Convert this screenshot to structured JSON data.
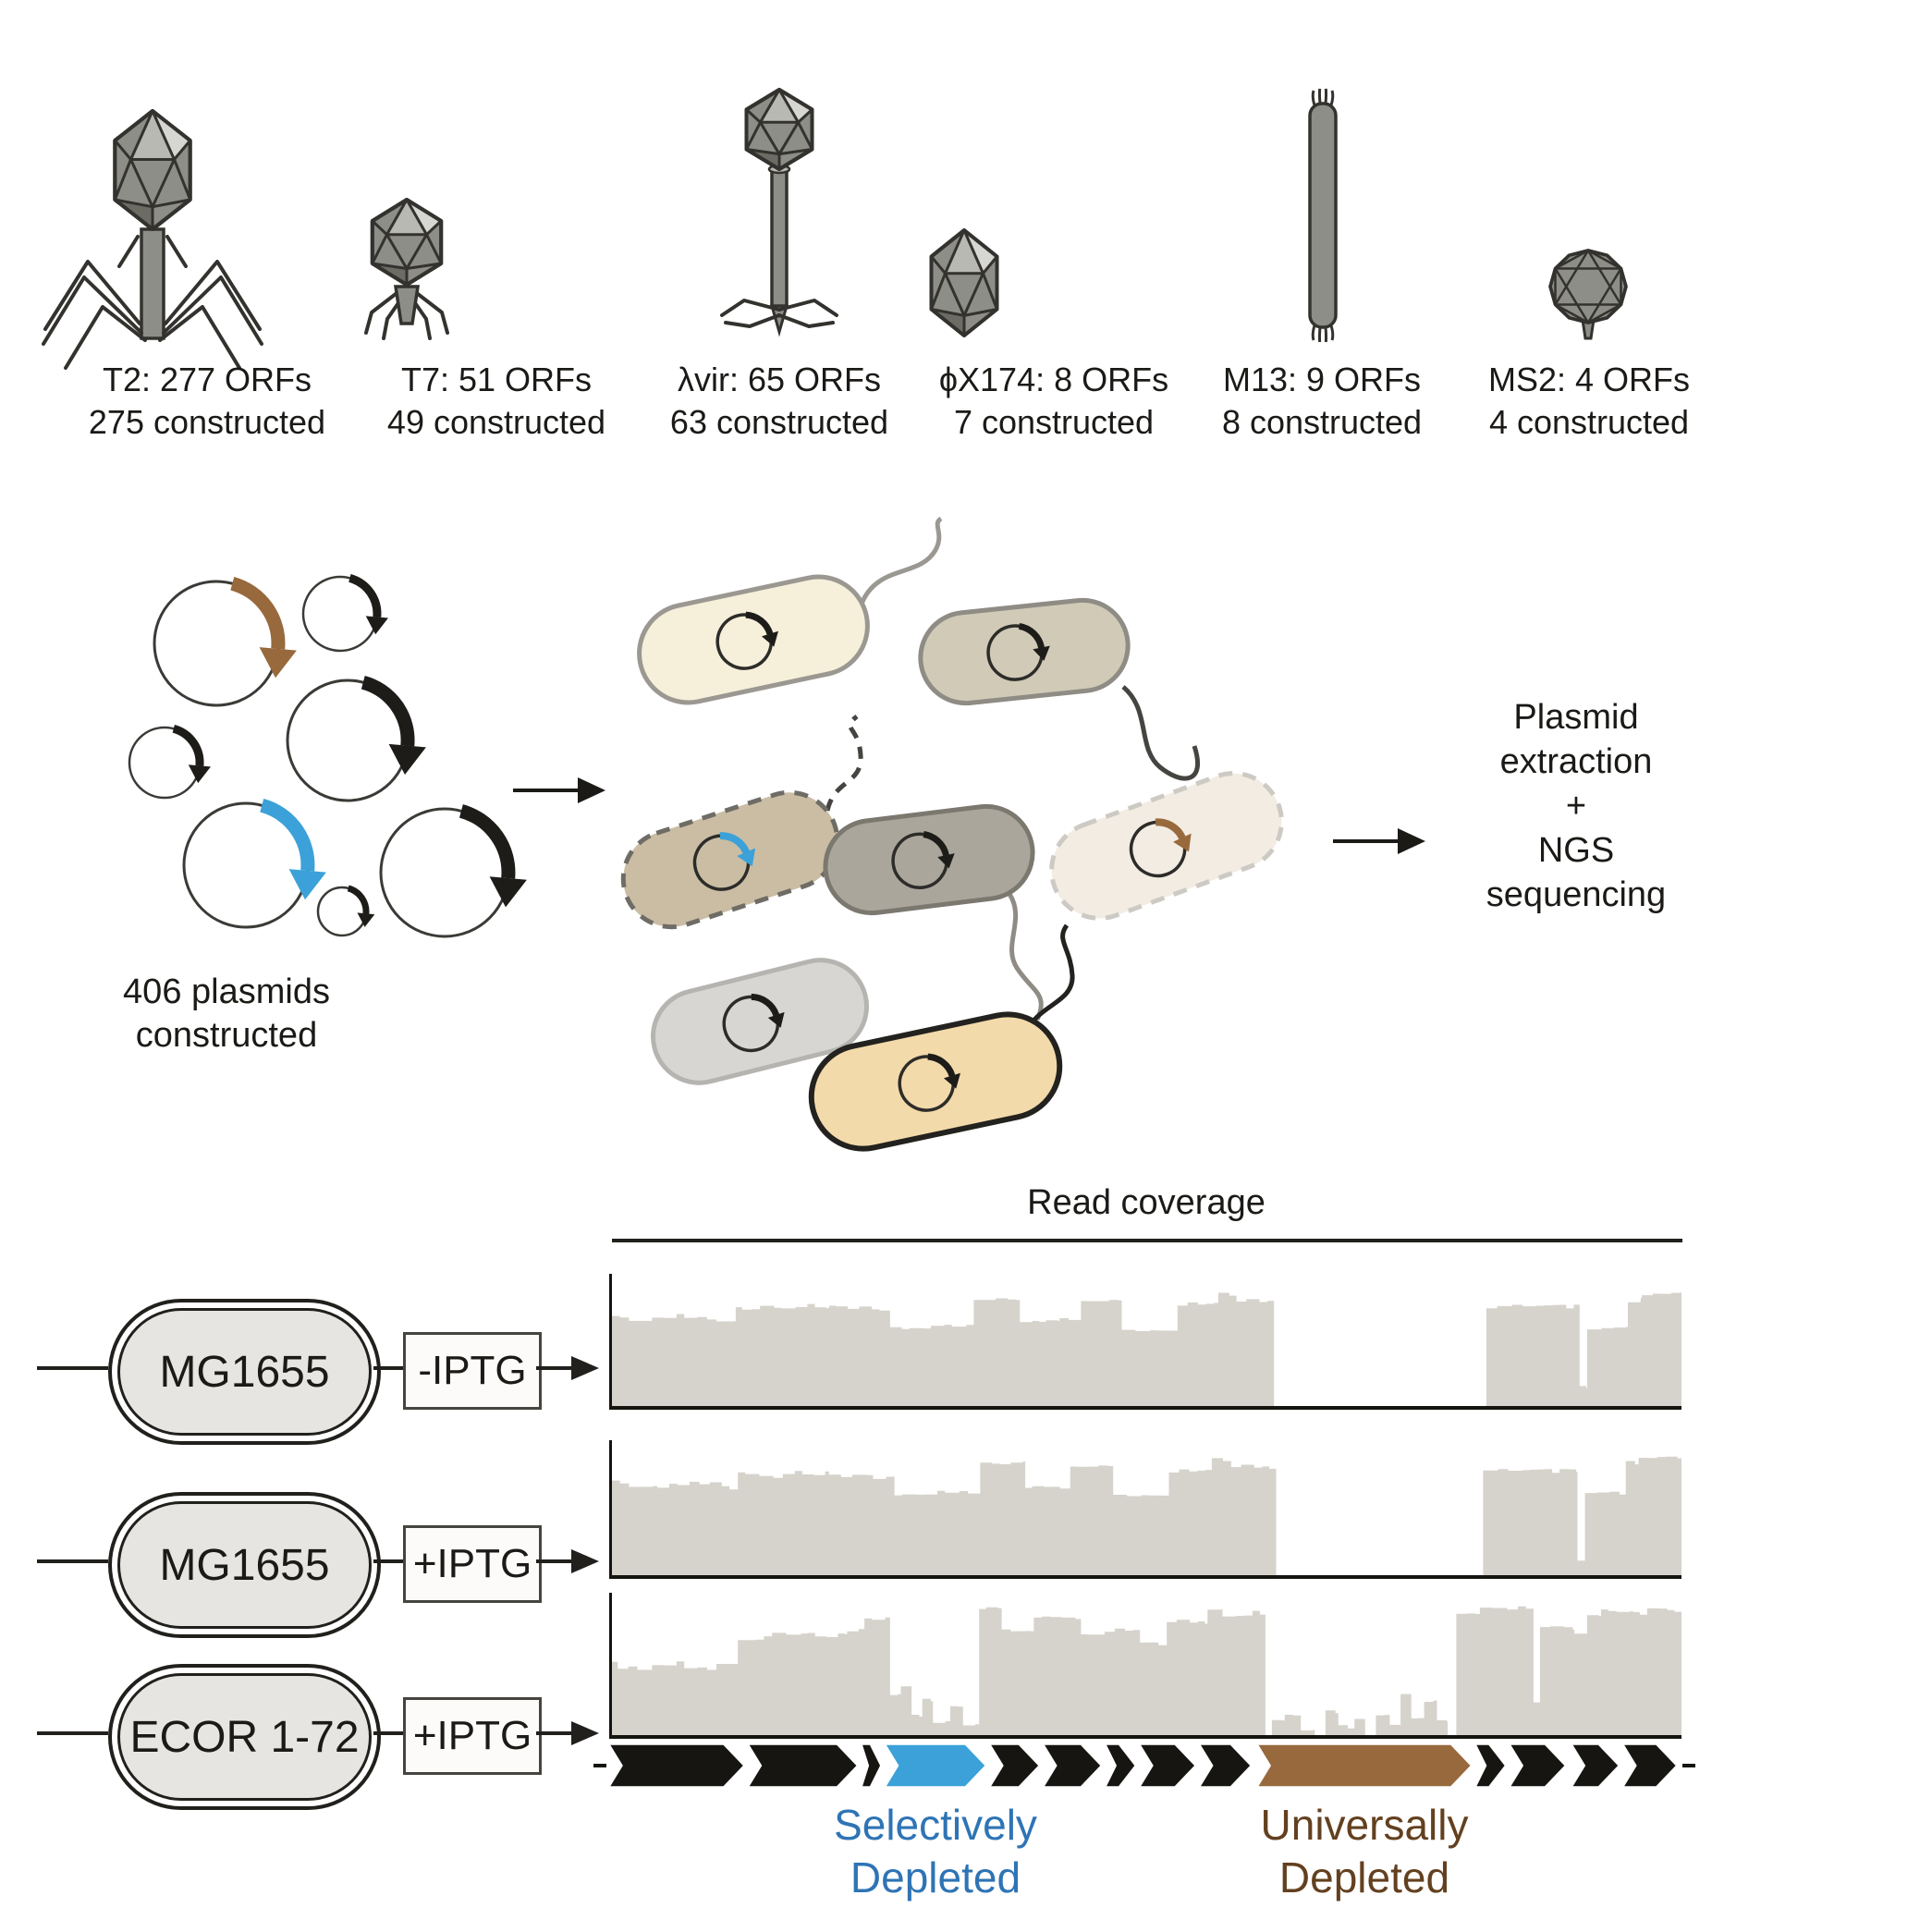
{
  "phages": [
    {
      "id": "T2",
      "label": "T2: 277 ORFs",
      "constructed": "275 constructed"
    },
    {
      "id": "T7",
      "label": "T7: 51 ORFs",
      "constructed": "49 constructed"
    },
    {
      "id": "lambda-vir",
      "label": "λvir: 65 ORFs",
      "constructed": "63 constructed"
    },
    {
      "id": "phiX174",
      "label": "ϕX174: 8 ORFs",
      "constructed": "7 constructed"
    },
    {
      "id": "M13",
      "label": "M13: 9 ORFs",
      "constructed": "8 constructed"
    },
    {
      "id": "MS2",
      "label": "MS2: 4 ORFs",
      "constructed": "4 constructed"
    }
  ],
  "plasmid_pool": {
    "caption_line1": "406 plasmids",
    "caption_line2": "constructed",
    "circles": [
      {
        "size": "large",
        "insert": "brown"
      },
      {
        "size": "small",
        "insert": "black"
      },
      {
        "size": "small",
        "insert": "black"
      },
      {
        "size": "large",
        "insert": "black"
      },
      {
        "size": "large",
        "insert": "blue"
      },
      {
        "size": "tiny",
        "insert": "black"
      },
      {
        "size": "large",
        "insert": "black"
      }
    ]
  },
  "host_cells": [
    {
      "fill": "#f6efda",
      "stroke": "#9b9892",
      "outline": "solid",
      "plasmid": "black"
    },
    {
      "fill": "#d0cab7",
      "stroke": "#8f8c85",
      "outline": "solid",
      "plasmid": "black"
    },
    {
      "fill": "#cabda4",
      "stroke": "#6f6c66",
      "outline": "dashed",
      "plasmid": "blue"
    },
    {
      "fill": "#aaa69b",
      "stroke": "#7b786f",
      "outline": "solid",
      "plasmid": "black"
    },
    {
      "fill": "#f2ece3",
      "stroke": "#cdcac4",
      "outline": "dashed",
      "plasmid": "brown"
    },
    {
      "fill": "#d8d6d3",
      "stroke": "#b6b4b1",
      "outline": "solid",
      "plasmid": "black"
    },
    {
      "fill": "#f3daab",
      "stroke": "#23221f",
      "outline": "solid",
      "plasmid": "black"
    }
  ],
  "extraction": {
    "line1": "Plasmid",
    "line2": "extraction",
    "line3": "+",
    "line4": "NGS",
    "line5": "sequencing"
  },
  "coverage": {
    "title": "Read coverage",
    "rows": [
      {
        "strain": "MG1655",
        "condition": "-IPTG"
      },
      {
        "strain": "MG1655",
        "condition": "+IPTG"
      },
      {
        "strain": "ECOR 1-72",
        "condition": "+IPTG"
      }
    ]
  },
  "gene_labels": {
    "selective_line1": "Selectively",
    "selective_line2": "Depleted",
    "universal_line1": "Universally",
    "universal_line2": "Depleted"
  },
  "colors": {
    "text": "#1b1a17",
    "coverage_fill": "#d6d3cc",
    "axis": "#15140f",
    "gene_black": "#161511",
    "gene_blue": "#3ba1d8",
    "gene_brown": "#97693c",
    "selective_text": "#2e74b5",
    "universal_text": "#63401f",
    "plasmid_line": "#3b3a36",
    "phage_body": "#8e8e88",
    "phage_light": "#b9b9b3",
    "phage_lighter": "#d6d6d2",
    "phage_dark": "#6c6c65",
    "phage_line": "#33322e"
  },
  "chart_data": {
    "type": "area",
    "title": "Read coverage",
    "xlabel": "",
    "ylabel": "",
    "ylim": [
      0,
      1
    ],
    "grid": false,
    "tracks": [
      {
        "name": "MG1655 -IPTG",
        "segments": [
          [
            0.0,
            0.01,
            0.74
          ],
          [
            0.01,
            0.04,
            0.7
          ],
          [
            0.04,
            0.07,
            0.72
          ],
          [
            0.07,
            0.1,
            0.7
          ],
          [
            0.1,
            0.118,
            0.67
          ],
          [
            0.118,
            0.124,
            0.81
          ],
          [
            0.124,
            0.16,
            0.79
          ],
          [
            0.16,
            0.205,
            0.8
          ],
          [
            0.205,
            0.245,
            0.79
          ],
          [
            0.245,
            0.262,
            0.77
          ],
          [
            0.262,
            0.3,
            0.62
          ],
          [
            0.3,
            0.34,
            0.64
          ],
          [
            0.34,
            0.383,
            0.86
          ],
          [
            0.383,
            0.42,
            0.67
          ],
          [
            0.42,
            0.44,
            0.69
          ],
          [
            0.44,
            0.478,
            0.84
          ],
          [
            0.478,
            0.53,
            0.61
          ],
          [
            0.53,
            0.568,
            0.82
          ],
          [
            0.568,
            0.585,
            0.9
          ],
          [
            0.585,
            0.62,
            0.84
          ],
          [
            0.62,
            0.818,
            0.0
          ],
          [
            0.818,
            0.905,
            0.8
          ],
          [
            0.905,
            0.912,
            0.15
          ],
          [
            0.912,
            0.95,
            0.63
          ],
          [
            0.95,
            0.963,
            0.85
          ],
          [
            0.963,
            1.0,
            0.9
          ]
        ]
      },
      {
        "name": "MG1655 +IPTG",
        "segments": [
          [
            0.0,
            0.01,
            0.76
          ],
          [
            0.01,
            0.045,
            0.71
          ],
          [
            0.045,
            0.075,
            0.7
          ],
          [
            0.075,
            0.105,
            0.72
          ],
          [
            0.105,
            0.12,
            0.69
          ],
          [
            0.12,
            0.127,
            0.82
          ],
          [
            0.127,
            0.162,
            0.78
          ],
          [
            0.162,
            0.205,
            0.8
          ],
          [
            0.205,
            0.246,
            0.78
          ],
          [
            0.246,
            0.266,
            0.76
          ],
          [
            0.266,
            0.306,
            0.63
          ],
          [
            0.306,
            0.346,
            0.65
          ],
          [
            0.346,
            0.388,
            0.88
          ],
          [
            0.388,
            0.43,
            0.68
          ],
          [
            0.43,
            0.47,
            0.85
          ],
          [
            0.47,
            0.522,
            0.63
          ],
          [
            0.522,
            0.562,
            0.82
          ],
          [
            0.562,
            0.58,
            0.91
          ],
          [
            0.58,
            0.622,
            0.85
          ],
          [
            0.622,
            0.815,
            0.0
          ],
          [
            0.815,
            0.903,
            0.82
          ],
          [
            0.903,
            0.91,
            0.13
          ],
          [
            0.91,
            0.948,
            0.65
          ],
          [
            0.948,
            0.96,
            0.88
          ],
          [
            0.96,
            1.0,
            0.92
          ]
        ]
      },
      {
        "name": "ECOR 1-72 +IPTG",
        "segments": [
          [
            0.0,
            0.008,
            0.56
          ],
          [
            0.008,
            0.04,
            0.5
          ],
          [
            0.04,
            0.07,
            0.53
          ],
          [
            0.07,
            0.1,
            0.49
          ],
          [
            0.1,
            0.12,
            0.52
          ],
          [
            0.12,
            0.152,
            0.72
          ],
          [
            0.152,
            0.185,
            0.76
          ],
          [
            0.185,
            0.222,
            0.74
          ],
          [
            0.222,
            0.238,
            0.78
          ],
          [
            0.238,
            0.262,
            0.86
          ],
          [
            0.262,
            0.272,
            0.3
          ],
          [
            0.272,
            0.282,
            0.36
          ],
          [
            0.282,
            0.292,
            0.14
          ],
          [
            0.292,
            0.302,
            0.26
          ],
          [
            0.302,
            0.318,
            0.1
          ],
          [
            0.318,
            0.33,
            0.22
          ],
          [
            0.33,
            0.345,
            0.07
          ],
          [
            0.345,
            0.366,
            0.93
          ],
          [
            0.366,
            0.396,
            0.77
          ],
          [
            0.396,
            0.44,
            0.87
          ],
          [
            0.44,
            0.462,
            0.75
          ],
          [
            0.462,
            0.495,
            0.78
          ],
          [
            0.495,
            0.52,
            0.68
          ],
          [
            0.52,
            0.558,
            0.84
          ],
          [
            0.558,
            0.572,
            0.93
          ],
          [
            0.572,
            0.6,
            0.88
          ],
          [
            0.6,
            0.612,
            0.91
          ],
          [
            0.612,
            0.618,
            0.0
          ],
          [
            0.618,
            0.63,
            0.1
          ],
          [
            0.63,
            0.645,
            0.16
          ],
          [
            0.645,
            0.658,
            0.04
          ],
          [
            0.658,
            0.668,
            0.0
          ],
          [
            0.668,
            0.68,
            0.18
          ],
          [
            0.68,
            0.695,
            0.06
          ],
          [
            0.695,
            0.705,
            0.12
          ],
          [
            0.705,
            0.715,
            0.0
          ],
          [
            0.715,
            0.728,
            0.14
          ],
          [
            0.728,
            0.738,
            0.08
          ],
          [
            0.738,
            0.748,
            0.3
          ],
          [
            0.748,
            0.76,
            0.12
          ],
          [
            0.76,
            0.772,
            0.25
          ],
          [
            0.772,
            0.782,
            0.1
          ],
          [
            0.782,
            0.79,
            0.0
          ],
          [
            0.79,
            0.812,
            0.9
          ],
          [
            0.812,
            0.855,
            0.94
          ],
          [
            0.855,
            0.862,
            0.92
          ],
          [
            0.862,
            0.868,
            0.25
          ],
          [
            0.868,
            0.9,
            0.8
          ],
          [
            0.9,
            0.912,
            0.74
          ],
          [
            0.912,
            0.925,
            0.88
          ],
          [
            0.925,
            0.955,
            0.92
          ],
          [
            0.955,
            0.968,
            0.9
          ],
          [
            0.968,
            1.0,
            0.93
          ]
        ]
      }
    ],
    "gene_arrows": [
      {
        "start": 0.0,
        "end": 0.126,
        "color": "black"
      },
      {
        "start": 0.13,
        "end": 0.232,
        "color": "black"
      },
      {
        "start": 0.236,
        "end": 0.254,
        "color": "black"
      },
      {
        "start": 0.258,
        "end": 0.352,
        "color": "blue"
      },
      {
        "start": 0.356,
        "end": 0.402,
        "color": "black"
      },
      {
        "start": 0.406,
        "end": 0.46,
        "color": "black"
      },
      {
        "start": 0.464,
        "end": 0.492,
        "color": "black"
      },
      {
        "start": 0.496,
        "end": 0.548,
        "color": "black"
      },
      {
        "start": 0.552,
        "end": 0.6,
        "color": "black"
      },
      {
        "start": 0.606,
        "end": 0.806,
        "color": "brown"
      },
      {
        "start": 0.81,
        "end": 0.838,
        "color": "black"
      },
      {
        "start": 0.842,
        "end": 0.894,
        "color": "black"
      },
      {
        "start": 0.9,
        "end": 0.944,
        "color": "black"
      },
      {
        "start": 0.948,
        "end": 0.998,
        "color": "black"
      }
    ],
    "annotations": [
      {
        "text": "Selectively Depleted",
        "color": "blue",
        "target_gene_index": 3
      },
      {
        "text": "Universally Depleted",
        "color": "brown",
        "target_gene_index": 9
      }
    ]
  }
}
